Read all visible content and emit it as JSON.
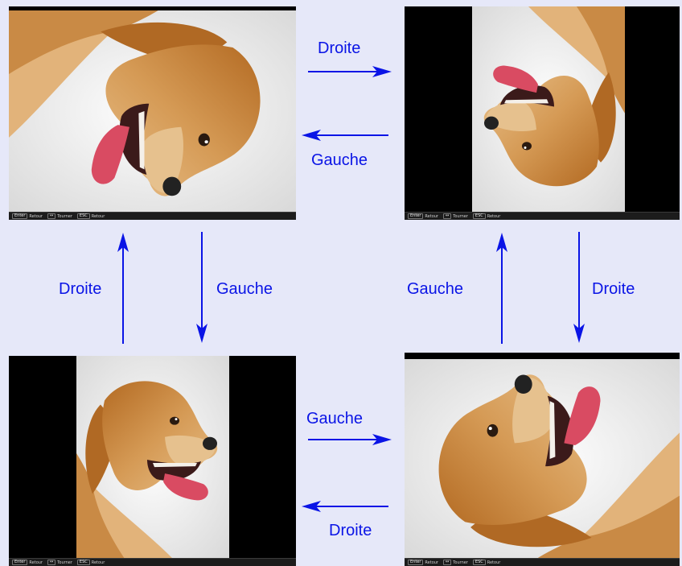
{
  "colors": {
    "background": "#e6e8f9",
    "arrow": "#0a14e6"
  },
  "panels": {
    "top_left": {
      "image": "golden-retriever-rotated-90-right",
      "status": [
        {
          "key": "Enter",
          "label": "Retour"
        },
        {
          "key": "↔",
          "label": "Tourner"
        },
        {
          "key": "ESC",
          "label": "Retour"
        }
      ]
    },
    "top_right": {
      "image": "golden-retriever-upside-down",
      "status": [
        {
          "key": "Enter",
          "label": "Retour"
        },
        {
          "key": "↔",
          "label": "Tourner"
        },
        {
          "key": "ESC",
          "label": "Retour"
        }
      ]
    },
    "bottom_left": {
      "image": "golden-retriever-upright",
      "status": [
        {
          "key": "Enter",
          "label": "Retour"
        },
        {
          "key": "↔",
          "label": "Tourner"
        },
        {
          "key": "ESC",
          "label": "Retour"
        }
      ]
    },
    "bottom_right": {
      "image": "golden-retriever-rotated-90-left",
      "status": [
        {
          "key": "Enter",
          "label": "Retour"
        },
        {
          "key": "↔",
          "label": "Tourner"
        },
        {
          "key": "ESC",
          "label": "Retour"
        }
      ]
    }
  },
  "transitions": {
    "top_to_right": "Droite",
    "right_to_top": "Gauche",
    "left_up": "Droite",
    "left_down": "Gauche",
    "right_up": "Gauche",
    "right_down": "Droite",
    "bottom_to_right": "Gauche",
    "right_to_bottom": "Droite"
  }
}
